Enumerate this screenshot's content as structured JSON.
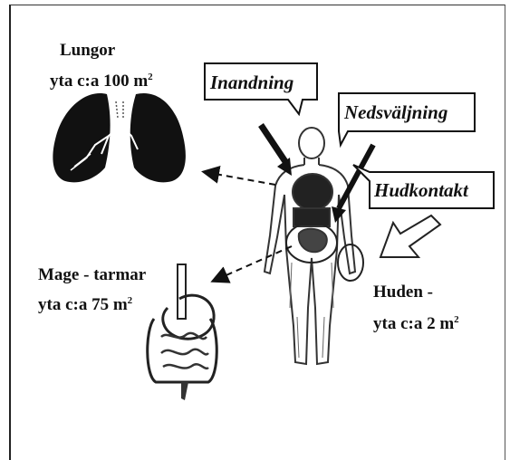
{
  "lungs": {
    "name": "Lungor",
    "area_prefix": "yta c:a 100 m",
    "area_unit_sup": "2"
  },
  "gut": {
    "name": "Mage - tarmar",
    "area_prefix": "yta c:a 75 m",
    "area_unit_sup": "2"
  },
  "skin": {
    "name": "Huden -",
    "area_prefix": "yta c:a 2 m",
    "area_unit_sup": "2"
  },
  "routes": {
    "inhalation": "Inandning",
    "ingestion": "Nedsväljning",
    "skin_contact": "Hudkontakt"
  }
}
